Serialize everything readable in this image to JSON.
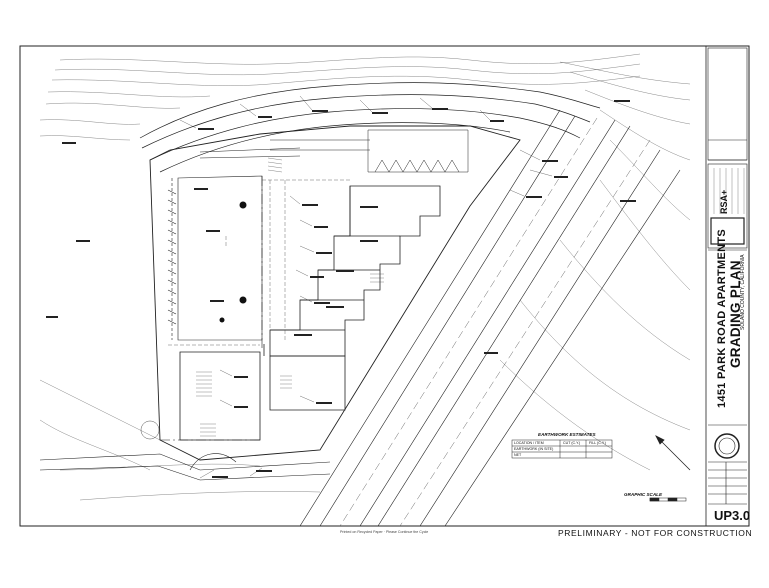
{
  "title_block": {
    "project_title": "1451 PARK ROAD APARTMENTS",
    "sheet_title": "GRADING PLAN",
    "location": "SOLANO COUNTY, CALIFORNIA",
    "logo": "RSA+",
    "sheet_number": "UP3.0"
  },
  "footer": {
    "status": "PRELIMINARY - NOT FOR CONSTRUCTION",
    "printed_note": "Printed on Recycled Paper  ·  Please Continue the Cycle"
  },
  "plan": {
    "graphic_scale_label": "GRAPHIC SCALE",
    "earthwork_table": {
      "title": "EARTHWORK ESTIMATES",
      "headers": [
        "LOCATION / ITEM",
        "CUT (C.Y.)",
        "FILL (C.Y.)"
      ],
      "rows": [
        [
          "EARTHWORK (IN SITE)",
          "",
          ""
        ],
        [
          "NET",
          "",
          ""
        ]
      ]
    }
  },
  "colors": {
    "linework": "#222222",
    "background": "#ffffff"
  }
}
